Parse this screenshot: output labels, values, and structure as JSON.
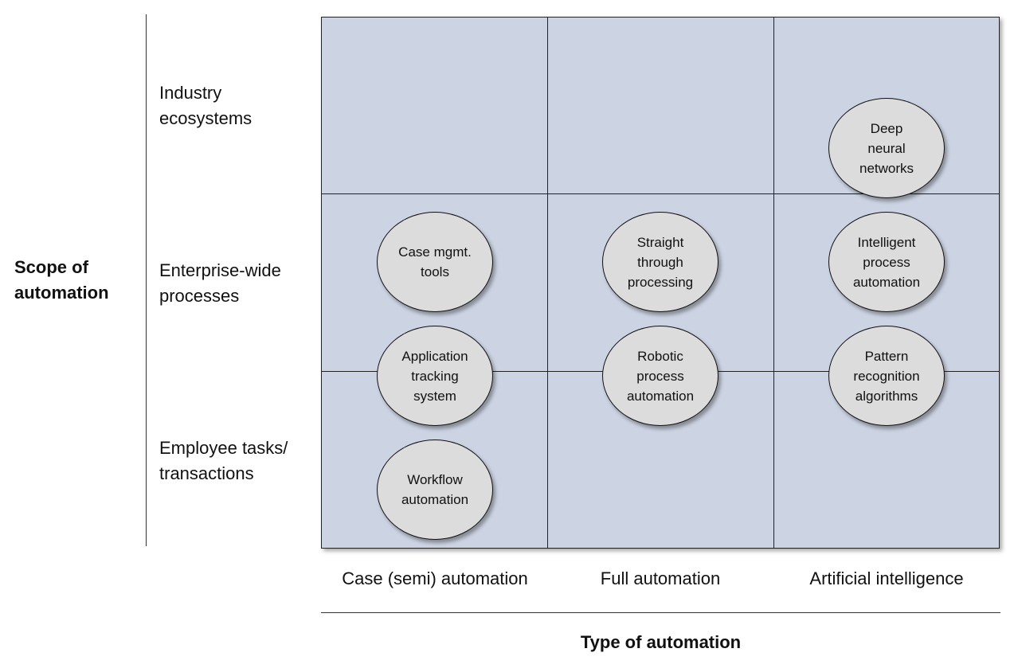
{
  "y_axis": {
    "title": "Scope of\nautomation",
    "rows": [
      "Industry\necosystems",
      "Enterprise-wide\nprocesses",
      "Employee tasks/\ntransactions"
    ]
  },
  "x_axis": {
    "title": "Type of automation",
    "columns": [
      "Case (semi) automation",
      "Full automation",
      "Artificial intelligence"
    ]
  },
  "nodes": [
    {
      "label": "Deep\nneural\nnetworks"
    },
    {
      "label": "Case mgmt.\ntools"
    },
    {
      "label": "Straight\nthrough\nprocessing"
    },
    {
      "label": "Intelligent\nprocess\nautomation"
    },
    {
      "label": "Application\ntracking\nsystem"
    },
    {
      "label": "Robotic\nprocess\nautomation"
    },
    {
      "label": "Pattern\nrecognition\nalgorithms"
    },
    {
      "label": "Workflow\nautomation"
    }
  ],
  "colors": {
    "grid_fill": "#ccd3e3",
    "node_fill": "#dcdcdc"
  }
}
